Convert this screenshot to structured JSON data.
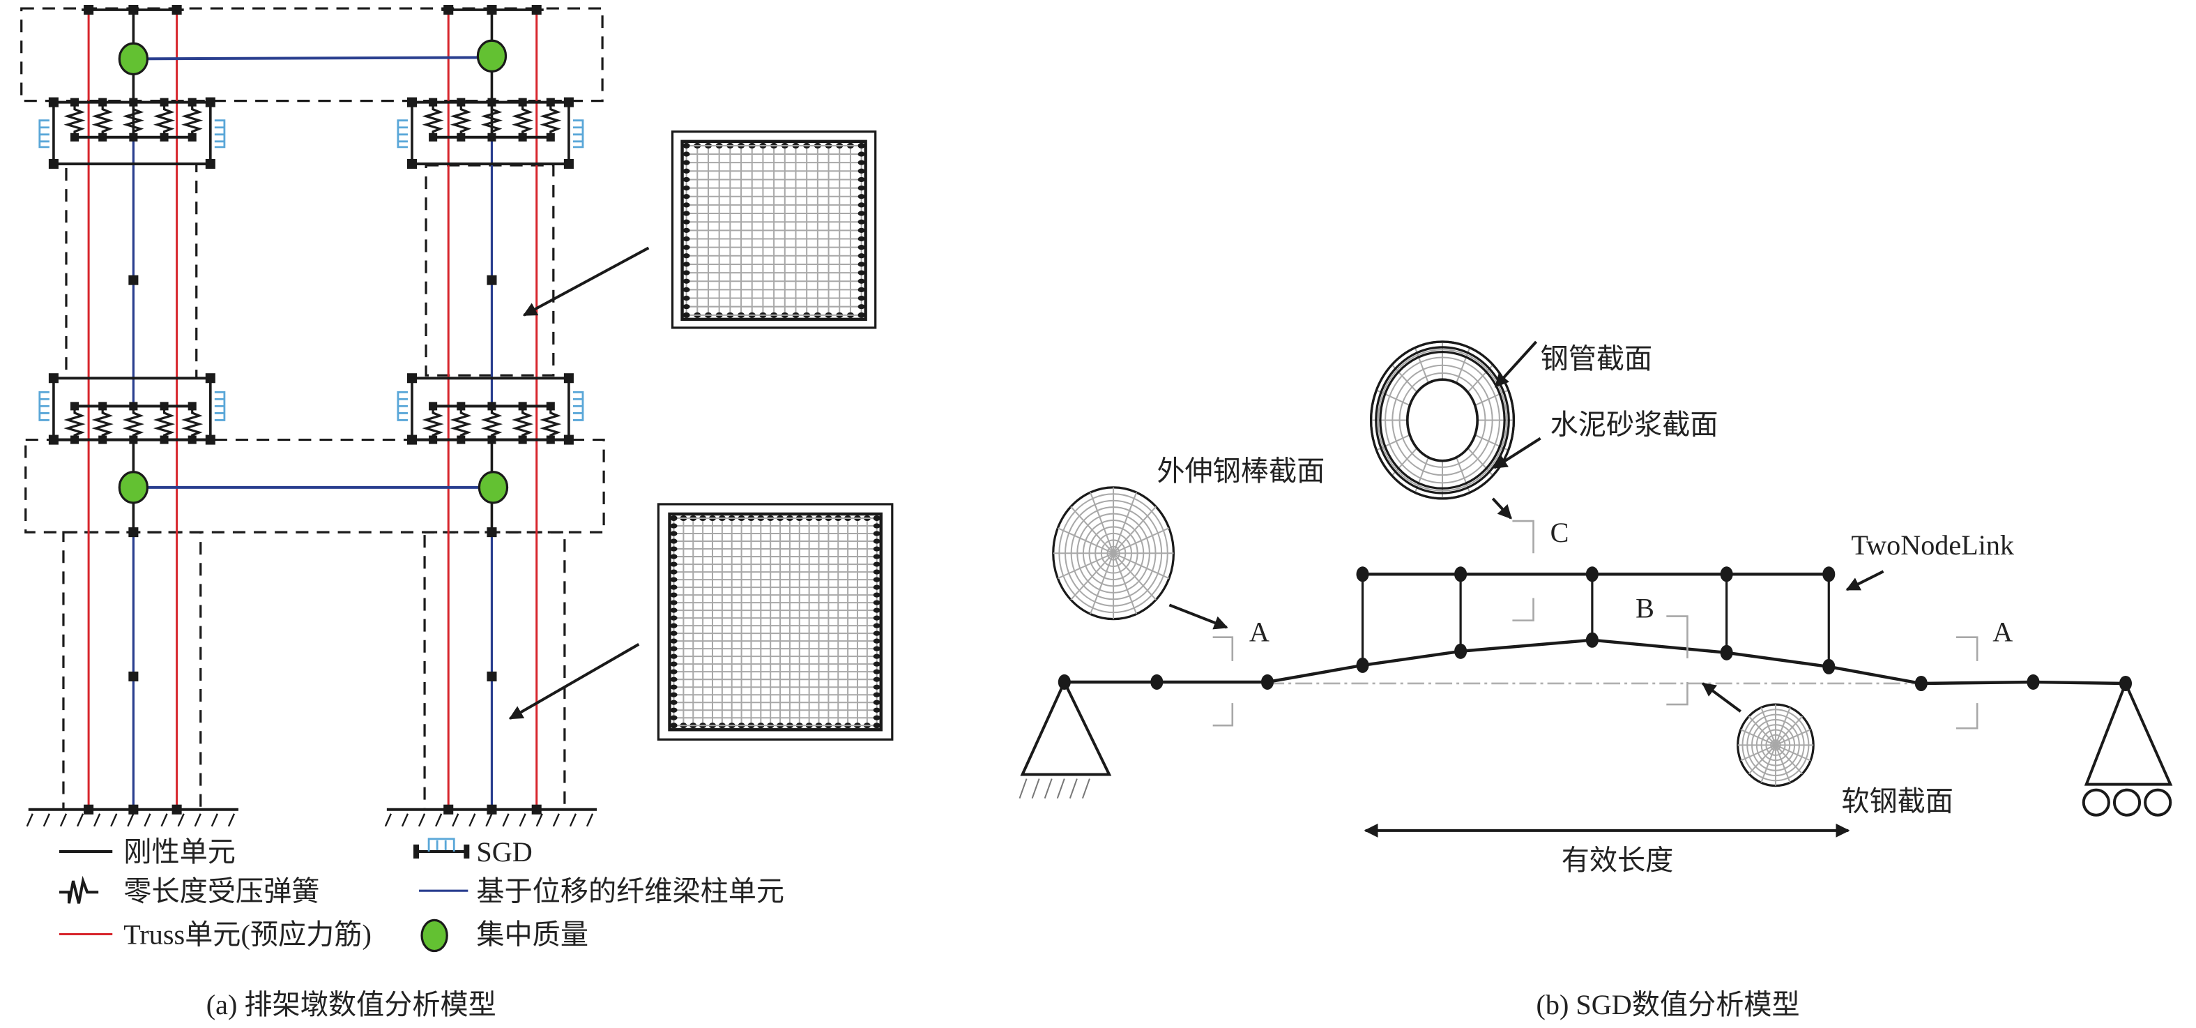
{
  "colors": {
    "truss": "#d7252c",
    "fiber": "#2a3f8f",
    "mass": "#63c132",
    "sgd": "#5aa7d8",
    "section_grid": "#a8a8a8"
  },
  "panel_a": {
    "caption": "(a) 排架墩数值分析模型",
    "legend": {
      "rigid": "刚性单元",
      "sgd": "SGD",
      "spring": "零长度受压弹簧",
      "fiber": "基于位移的纤维梁柱单元",
      "truss": "Truss单元(预应力筋)",
      "mass": "集中质量"
    }
  },
  "panel_b": {
    "caption": "(b)  SGD数值分析模型",
    "labels": {
      "steel_tube": "钢管截面",
      "mortar": "水泥砂浆截面",
      "bar": "外伸钢棒截面",
      "link": "TwoNodeLink",
      "mild_steel": "软钢截面",
      "effective_length": "有效长度",
      "cut_a_left": "A",
      "cut_a_right": "A",
      "cut_b": "B",
      "cut_c": "C"
    }
  }
}
